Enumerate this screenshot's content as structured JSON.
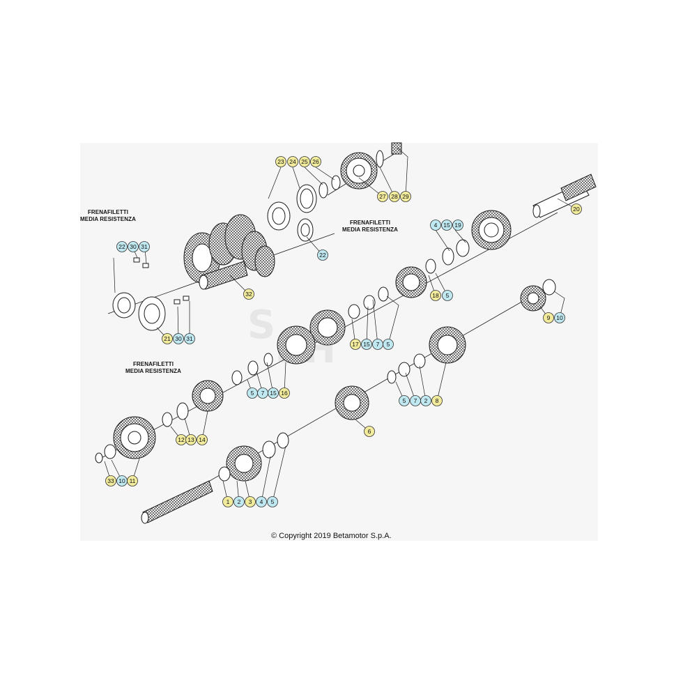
{
  "notes": {
    "threadlocker_1": {
      "line1": "FRENAFILETTI",
      "line2": "MEDIA RESISTENZA"
    },
    "threadlocker_2": {
      "line1": "FRENAFILETTI",
      "line2": "MEDIA RESISTENZA"
    },
    "threadlocker_3": {
      "line1": "FRENAFILETTI",
      "line2": "MEDIA RESISTENZA"
    }
  },
  "copyright": "© Copyright 2019 Betamotor S.p.A.",
  "colors": {
    "callout_yellow": "#f2eb9c",
    "callout_blue": "#bfe8f0",
    "line": "#1a1a1a",
    "panel": "#f6f6f6"
  },
  "callouts": [
    {
      "label": "23",
      "color": "yellow"
    },
    {
      "label": "24",
      "color": "yellow"
    },
    {
      "label": "25",
      "color": "yellow"
    },
    {
      "label": "26",
      "color": "yellow"
    },
    {
      "label": "27",
      "color": "yellow"
    },
    {
      "label": "28",
      "color": "yellow"
    },
    {
      "label": "29",
      "color": "yellow"
    },
    {
      "label": "20",
      "color": "yellow"
    },
    {
      "label": "22",
      "color": "blue"
    },
    {
      "label": "30",
      "color": "blue"
    },
    {
      "label": "31",
      "color": "blue"
    },
    {
      "label": "22",
      "color": "blue"
    },
    {
      "label": "32",
      "color": "yellow"
    },
    {
      "label": "4",
      "color": "blue"
    },
    {
      "label": "15",
      "color": "blue"
    },
    {
      "label": "19",
      "color": "blue"
    },
    {
      "label": "18",
      "color": "yellow"
    },
    {
      "label": "5",
      "color": "blue"
    },
    {
      "label": "9",
      "color": "yellow"
    },
    {
      "label": "10",
      "color": "blue"
    },
    {
      "label": "21",
      "color": "yellow"
    },
    {
      "label": "30",
      "color": "blue"
    },
    {
      "label": "31",
      "color": "blue"
    },
    {
      "label": "17",
      "color": "yellow"
    },
    {
      "label": "15",
      "color": "blue"
    },
    {
      "label": "7",
      "color": "blue"
    },
    {
      "label": "5",
      "color": "blue"
    },
    {
      "label": "5",
      "color": "blue"
    },
    {
      "label": "7",
      "color": "blue"
    },
    {
      "label": "15",
      "color": "blue"
    },
    {
      "label": "16",
      "color": "yellow"
    },
    {
      "label": "5",
      "color": "blue"
    },
    {
      "label": "7",
      "color": "blue"
    },
    {
      "label": "2",
      "color": "blue"
    },
    {
      "label": "8",
      "color": "yellow"
    },
    {
      "label": "12",
      "color": "yellow"
    },
    {
      "label": "13",
      "color": "yellow"
    },
    {
      "label": "14",
      "color": "yellow"
    },
    {
      "label": "6",
      "color": "yellow"
    },
    {
      "label": "33",
      "color": "yellow"
    },
    {
      "label": "10",
      "color": "blue"
    },
    {
      "label": "11",
      "color": "yellow"
    },
    {
      "label": "1",
      "color": "yellow"
    },
    {
      "label": "2",
      "color": "blue"
    },
    {
      "label": "3",
      "color": "yellow"
    },
    {
      "label": "4",
      "color": "blue"
    },
    {
      "label": "5",
      "color": "blue"
    }
  ]
}
